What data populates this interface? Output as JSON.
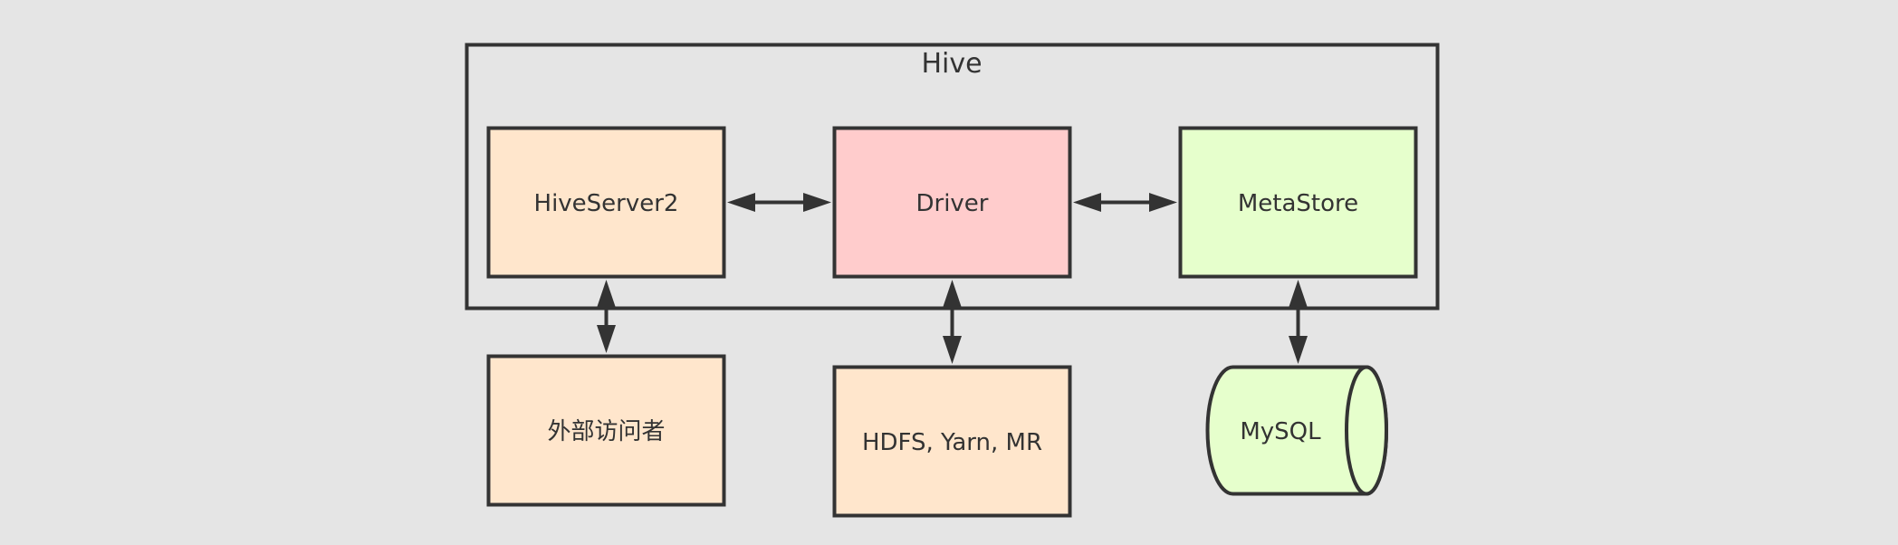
{
  "diagram": {
    "container": {
      "label": "Hive"
    },
    "nodes": {
      "hiveserver2": {
        "label": "HiveServer2"
      },
      "driver": {
        "label": "Driver"
      },
      "metastore": {
        "label": "MetaStore"
      },
      "external": {
        "label": "外部访问者"
      },
      "hadoop": {
        "label": "HDFS, Yarn, MR"
      },
      "mysql": {
        "label": "MySQL"
      }
    },
    "edges": [
      {
        "from": "hiveserver2",
        "to": "driver",
        "direction": "both"
      },
      {
        "from": "driver",
        "to": "metastore",
        "direction": "both"
      },
      {
        "from": "hiveserver2",
        "to": "external",
        "direction": "both"
      },
      {
        "from": "driver",
        "to": "hadoop",
        "direction": "both"
      },
      {
        "from": "metastore",
        "to": "mysql",
        "direction": "both"
      }
    ]
  },
  "colors": {
    "background": "#e5e5e5",
    "stroke": "#333333",
    "orange": "#ffe6cc",
    "pink": "#ffcccc",
    "green": "#e6ffcc",
    "text": "#333333"
  }
}
